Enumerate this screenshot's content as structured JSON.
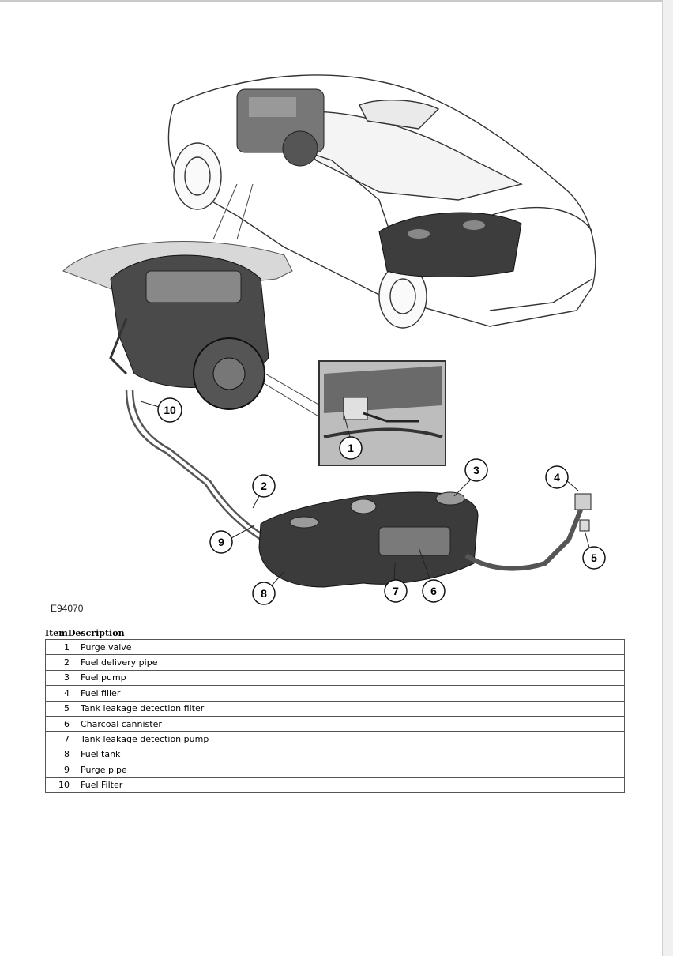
{
  "figure": {
    "code": "E94070",
    "callouts": [
      {
        "n": "1"
      },
      {
        "n": "2"
      },
      {
        "n": "3"
      },
      {
        "n": "4"
      },
      {
        "n": "5"
      },
      {
        "n": "6"
      },
      {
        "n": "7"
      },
      {
        "n": "8"
      },
      {
        "n": "9"
      },
      {
        "n": "10"
      }
    ]
  },
  "table": {
    "headers": {
      "item": "Item",
      "description": "Description"
    },
    "rows": [
      {
        "item": "1",
        "description": "Purge valve"
      },
      {
        "item": "2",
        "description": "Fuel delivery pipe"
      },
      {
        "item": "3",
        "description": "Fuel pump"
      },
      {
        "item": "4",
        "description": "Fuel filler"
      },
      {
        "item": "5",
        "description": "Tank leakage detection filter"
      },
      {
        "item": "6",
        "description": "Charcoal cannister"
      },
      {
        "item": "7",
        "description": "Tank leakage detection pump"
      },
      {
        "item": "8",
        "description": "Fuel tank"
      },
      {
        "item": "9",
        "description": "Purge pipe"
      },
      {
        "item": "10",
        "description": "Fuel Filter"
      }
    ]
  }
}
